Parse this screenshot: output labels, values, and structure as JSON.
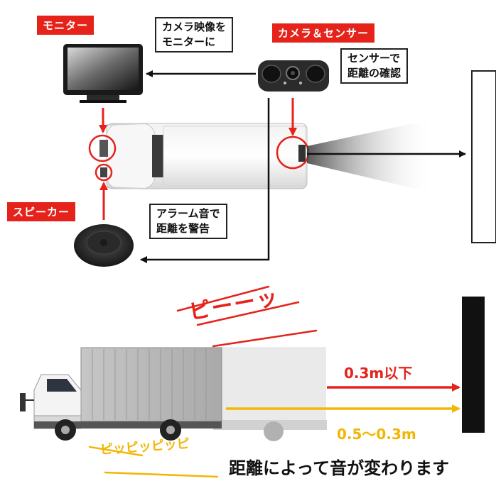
{
  "top_diagram": {
    "label_monitor": "モニター",
    "label_camera_sensor": "カメラ＆センサー",
    "label_speaker": "スピーカー",
    "note_camera_to_monitor": "カメラ映像を\nモニターに",
    "note_sensor_distance": "センサーで\n距離の確認",
    "note_alarm_warning": "アラーム音で\n距離を警告"
  },
  "bottom_diagram": {
    "sound_long": "ピーーッ",
    "sound_repeat": "ピッピッピッピ",
    "distance_close": "0.3m以下",
    "distance_mid": "0.5～0.3m",
    "caption": "距離によって音が変わります"
  },
  "colors": {
    "accent_red": "#e5231b",
    "accent_yellow": "#f2b705",
    "truck_body": "#b8b8b8"
  }
}
